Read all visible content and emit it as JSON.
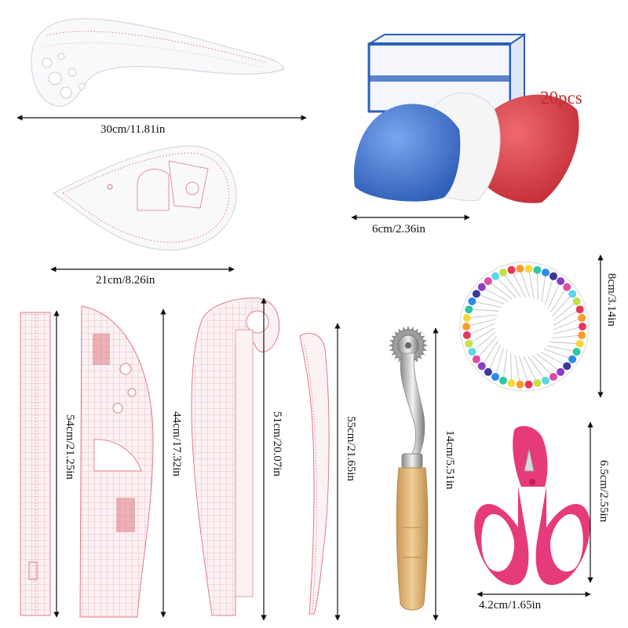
{
  "measurements": {
    "curve_ruler": "30cm/11.81in",
    "teardrop_ruler": "21cm/8.26in",
    "chalk": "6cm/2.36in",
    "chalk_count": "20pcs",
    "pins": "8cm/3.14in",
    "straight_ruler": "54cm/21.25in",
    "hip_curve": "44cm/17.32in",
    "l_square": "51cm/20.07in",
    "long_curve": "55cm/21.65in",
    "tracing_wheel": "14cm/5.51in",
    "scissors_height": "6.5cm/2.55in",
    "scissors_width": "4.2cm/1.65in"
  },
  "colors": {
    "ruler_print": "#e07a85",
    "chalk_blue": "#3f74d0",
    "chalk_white": "#f4f4f4",
    "chalk_red": "#d8414a",
    "box_blue": "#2a5fb8",
    "scissors": "#e63a7a",
    "wood": "#d9b27a"
  },
  "pin_colors": [
    "#e8365c",
    "#ff9a2e",
    "#f5d93a",
    "#2fc6a8",
    "#2c8be8",
    "#3a3a9a",
    "#8a3ec4",
    "#e04aa8",
    "#5bd6e6",
    "#c4e04a"
  ]
}
